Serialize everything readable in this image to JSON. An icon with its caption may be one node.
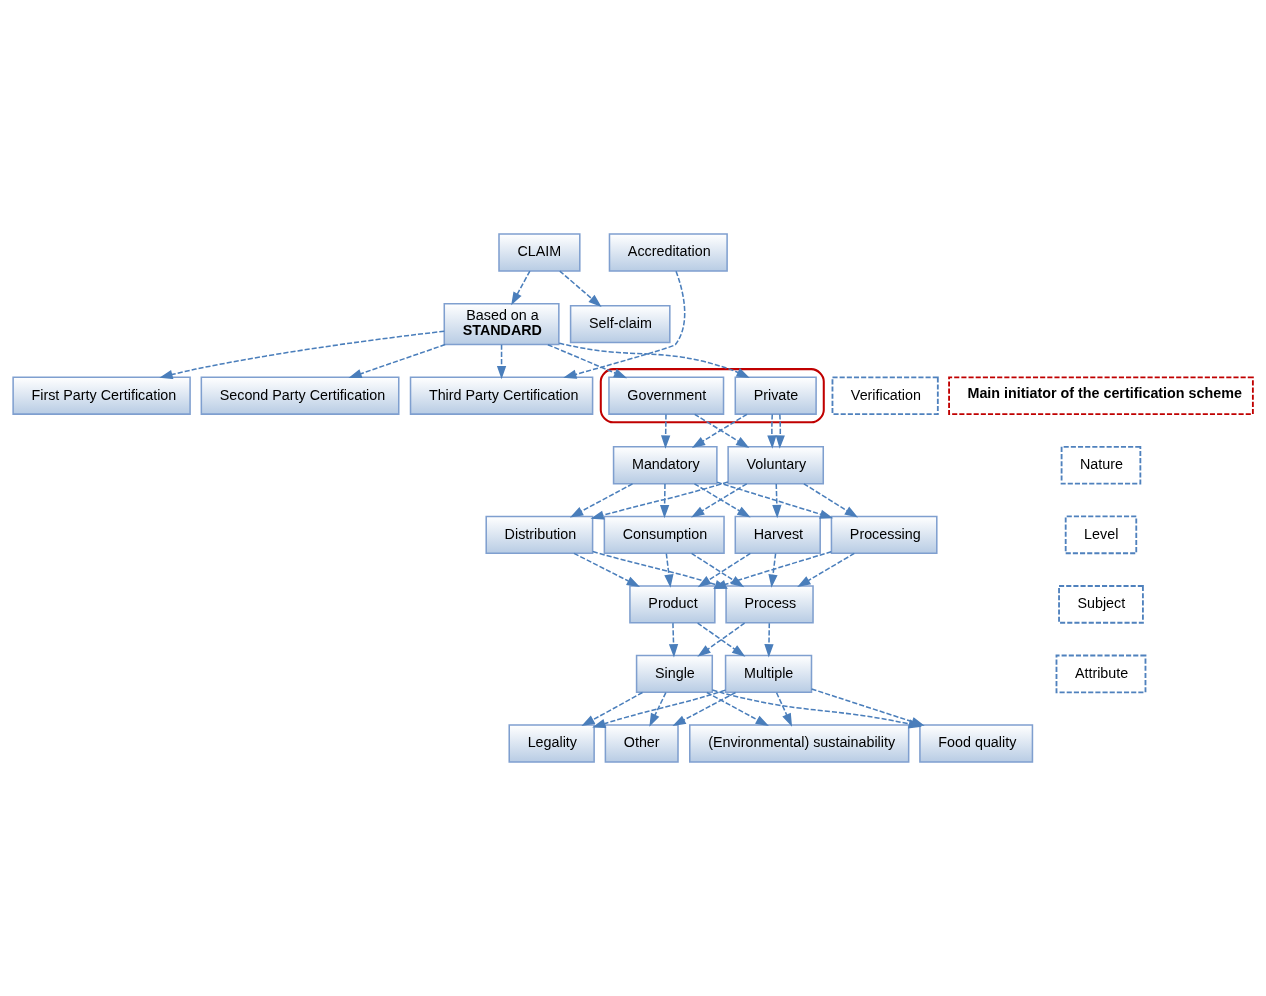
{
  "diagram": {
    "nodes": [
      {
        "text": [
          "CLAIM"
        ]
      },
      {
        "text": [
          "Self-claim"
        ]
      },
      {
        "text": [
          "Based on a",
          "STANDARD"
        ]
      },
      {
        "text": [
          "First Party Certification"
        ]
      },
      {
        "text": [
          "Second Party Certification"
        ]
      },
      {
        "text": [
          "Third Party Certification"
        ]
      },
      {
        "text": [
          "Verification"
        ]
      },
      {
        "text": [
          "Accreditation"
        ]
      },
      {
        "text": [
          "Main initiator of the certification scheme"
        ]
      },
      {
        "text": [],
        "shape": "ellipse"
      },
      {
        "text": [
          "Government"
        ],
        "in": 9
      },
      {
        "text": [
          "Private"
        ],
        "in": 9
      },
      {
        "text": [
          "Nature"
        ]
      },
      {
        "text": [
          "Mandatory"
        ]
      },
      {
        "text": [
          "Voluntary"
        ]
      },
      {
        "text": [
          "Level"
        ]
      },
      {
        "text": [
          "Harvest"
        ]
      },
      {
        "text": [
          "Processing"
        ]
      },
      {
        "text": [
          "Distribution"
        ]
      },
      {
        "text": [
          "Consumption"
        ]
      },
      {
        "text": [
          "Subject"
        ]
      },
      {
        "text": [
          "Product"
        ]
      },
      {
        "text": [
          "Process"
        ]
      },
      {
        "text": [
          "Attribute"
        ]
      },
      {
        "text": [
          "Single"
        ]
      },
      {
        "text": [
          "Multiple"
        ]
      },
      {
        "text": [
          "(Environmental) sustainability"
        ]
      },
      {
        "text": [
          "Food quality"
        ]
      },
      {
        "text": [
          "Legality"
        ]
      },
      {
        "text": [
          "Other"
        ]
      }
    ],
    "edges": [
      {
        "from": 0,
        "to": 1,
        "arrow": "to",
        "style": "dashed"
      },
      {
        "from": 0,
        "to": 2,
        "arrow": "to",
        "style": "dashed"
      },
      {
        "from": 2,
        "to": 3,
        "arrow": "to",
        "style": "dashed"
      },
      {
        "from": 2,
        "to": 4,
        "arrow": "to",
        "style": "dashed"
      },
      {
        "from": 2,
        "to": 5,
        "arrow": "to",
        "style": "dashed"
      },
      {
        "from": 7,
        "to": 5,
        "arrow": "to",
        "style": "dashed"
      },
      {
        "from": 2,
        "to": 10,
        "arrow": "to",
        "style": "dashed"
      },
      {
        "from": 2,
        "to": 11,
        "arrow": "to",
        "style": "dashed"
      },
      {
        "from": 10,
        "to": 13,
        "arrow": "to",
        "style": "dashed"
      },
      {
        "from": 10,
        "to": 14,
        "arrow": "to",
        "style": "dashed"
      },
      {
        "from": 11,
        "to": 13,
        "arrow": "to",
        "style": "dashed"
      },
      {
        "from": 11,
        "to": 14,
        "arrow": "to",
        "style": "dashed"
      },
      {
        "from": 11,
        "to": 14,
        "arrow": "to",
        "style": "dashed"
      },
      {
        "from": 13,
        "to": 16,
        "arrow": "to",
        "style": "dashed"
      },
      {
        "from": 13,
        "to": 17,
        "arrow": "to",
        "style": "dashed"
      },
      {
        "from": 13,
        "to": 18,
        "arrow": "to",
        "style": "dashed"
      },
      {
        "from": 13,
        "to": 19,
        "arrow": "to",
        "style": "dashed"
      },
      {
        "from": 14,
        "to": 16,
        "arrow": "to",
        "style": "dashed"
      },
      {
        "from": 14,
        "to": 17,
        "arrow": "to",
        "style": "dashed"
      },
      {
        "from": 14,
        "to": 18,
        "arrow": "to",
        "style": "dashed"
      },
      {
        "from": 14,
        "to": 19,
        "arrow": "to",
        "style": "dashed"
      },
      {
        "from": 16,
        "to": 21,
        "arrow": "to",
        "style": "dashed"
      },
      {
        "from": 16,
        "to": 22,
        "arrow": "to",
        "style": "dashed"
      },
      {
        "from": 17,
        "to": 21,
        "arrow": "to",
        "style": "dashed"
      },
      {
        "from": 17,
        "to": 22,
        "arrow": "to",
        "style": "dashed"
      },
      {
        "from": 18,
        "to": 21,
        "arrow": "to",
        "style": "dashed"
      },
      {
        "from": 18,
        "to": 22,
        "arrow": "to",
        "style": "dashed"
      },
      {
        "from": 19,
        "to": 21,
        "arrow": "to",
        "style": "dashed"
      },
      {
        "from": 19,
        "to": 22,
        "arrow": "to",
        "style": "dashed"
      },
      {
        "from": 21,
        "to": 24,
        "arrow": "to",
        "style": "dashed"
      },
      {
        "from": 21,
        "to": 25,
        "arrow": "to",
        "style": "dashed"
      },
      {
        "from": 22,
        "to": 24,
        "arrow": "to",
        "style": "dashed"
      },
      {
        "from": 22,
        "to": 25,
        "arrow": "to",
        "style": "dashed"
      },
      {
        "from": 24,
        "to": 26,
        "arrow": "to",
        "style": "dashed"
      },
      {
        "from": 24,
        "to": 27,
        "arrow": "to",
        "style": "dashed"
      },
      {
        "from": 24,
        "to": 28,
        "arrow": "to",
        "style": "dashed"
      },
      {
        "from": 24,
        "to": 29,
        "arrow": "to",
        "style": "dashed"
      },
      {
        "from": 25,
        "to": 26,
        "arrow": "to",
        "style": "dashed"
      },
      {
        "from": 25,
        "to": 27,
        "arrow": "to",
        "style": "dashed"
      },
      {
        "from": 25,
        "to": 28,
        "arrow": "to",
        "style": "dashed"
      },
      {
        "from": 25,
        "to": 29,
        "arrow": "to",
        "style": "dashed"
      }
    ]
  }
}
